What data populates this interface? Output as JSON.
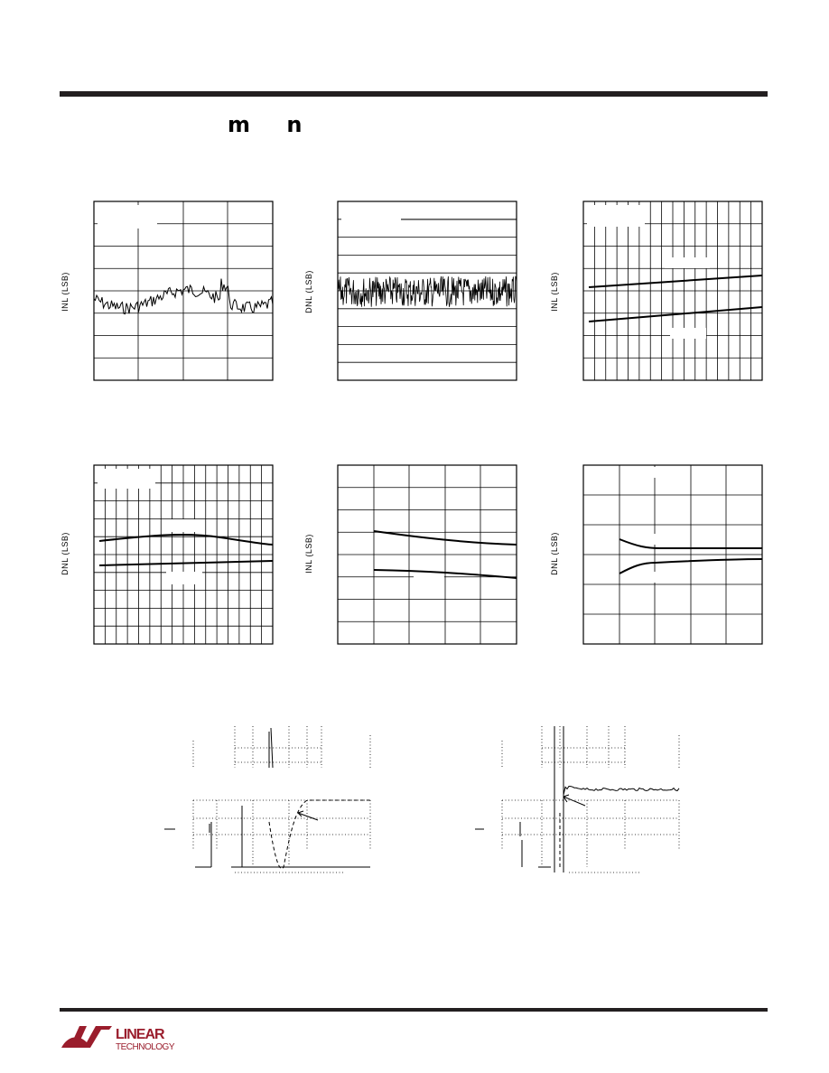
{
  "page": {
    "section_glyphs": "m n"
  },
  "graphs": [
    {
      "id": "g1",
      "ylabel": "INL (LSB)"
    },
    {
      "id": "g2",
      "ylabel": "DNL (LSB)"
    },
    {
      "id": "g3",
      "ylabel": "INL (LSB)"
    },
    {
      "id": "g4",
      "ylabel": "DNL (LSB)"
    },
    {
      "id": "g5",
      "ylabel": "INL (LSB)"
    },
    {
      "id": "g6",
      "ylabel": "DNL (LSB)"
    }
  ],
  "logo": {
    "line1": "LINEAR",
    "line2": "TECHNOLOGY",
    "color": "#9a1d2c"
  }
}
